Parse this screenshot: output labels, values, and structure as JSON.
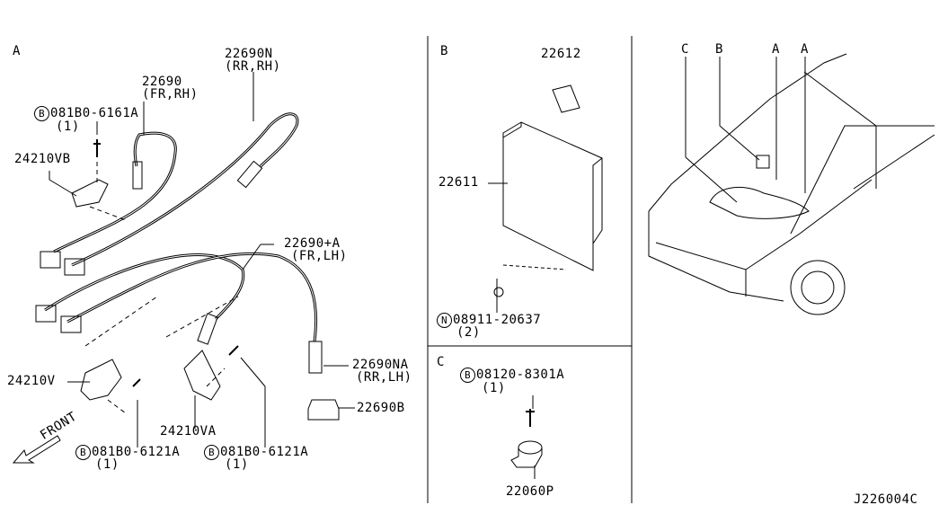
{
  "section_a": {
    "label": "A",
    "parts": {
      "p22690n": {
        "num": "22690N",
        "note": "(RR,RH)"
      },
      "p22690": {
        "num": "22690",
        "note": "(FR,RH)"
      },
      "bolt_top": {
        "symbol": "B",
        "num": "081B0-6161A",
        "qty": "(1)"
      },
      "p24210vb": {
        "num": "24210VB"
      },
      "p22690a": {
        "num": "22690+A",
        "note": "(FR,LH)"
      },
      "p22690na": {
        "num": "22690NA",
        "note": "(RR,LH)"
      },
      "p22690b": {
        "num": "22690B"
      },
      "p24210v": {
        "num": "24210V"
      },
      "p24210va": {
        "num": "24210VA"
      },
      "bolt_left": {
        "symbol": "B",
        "num": "081B0-6121A",
        "qty": "(1)"
      },
      "bolt_right": {
        "symbol": "B",
        "num": "081B0-6121A",
        "qty": "(1)"
      }
    },
    "front_label": "FRONT"
  },
  "section_b": {
    "label": "B",
    "p22612": "22612",
    "p22611": "22611",
    "nut": {
      "symbol": "N",
      "num": "08911-20637",
      "qty": "(2)"
    }
  },
  "section_c": {
    "label": "C",
    "bolt": {
      "symbol": "B",
      "num": "08120-8301A",
      "qty": "(1)"
    },
    "p22060p": "22060P"
  },
  "vehicle": {
    "callouts": [
      "C",
      "B",
      "A",
      "A"
    ]
  },
  "diagram_id": "J226004C"
}
